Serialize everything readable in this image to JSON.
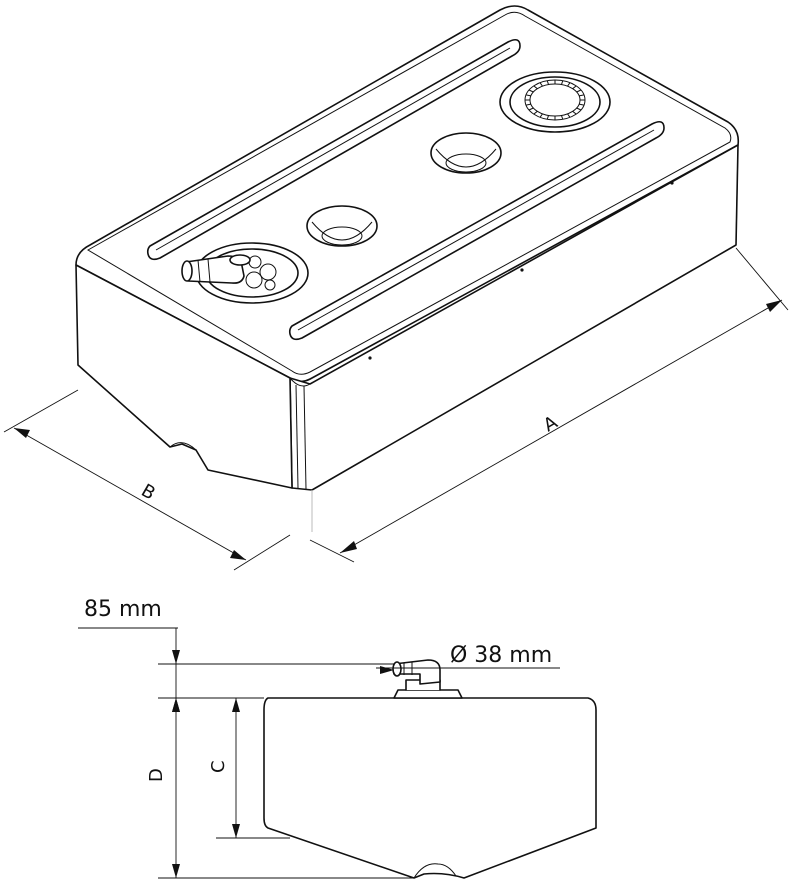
{
  "labels": {
    "dim_a": "A",
    "dim_b": "B",
    "dim_c": "C",
    "dim_d": "D",
    "height_offset": "85 mm",
    "fitting_diameter": "Ø 38 mm"
  }
}
